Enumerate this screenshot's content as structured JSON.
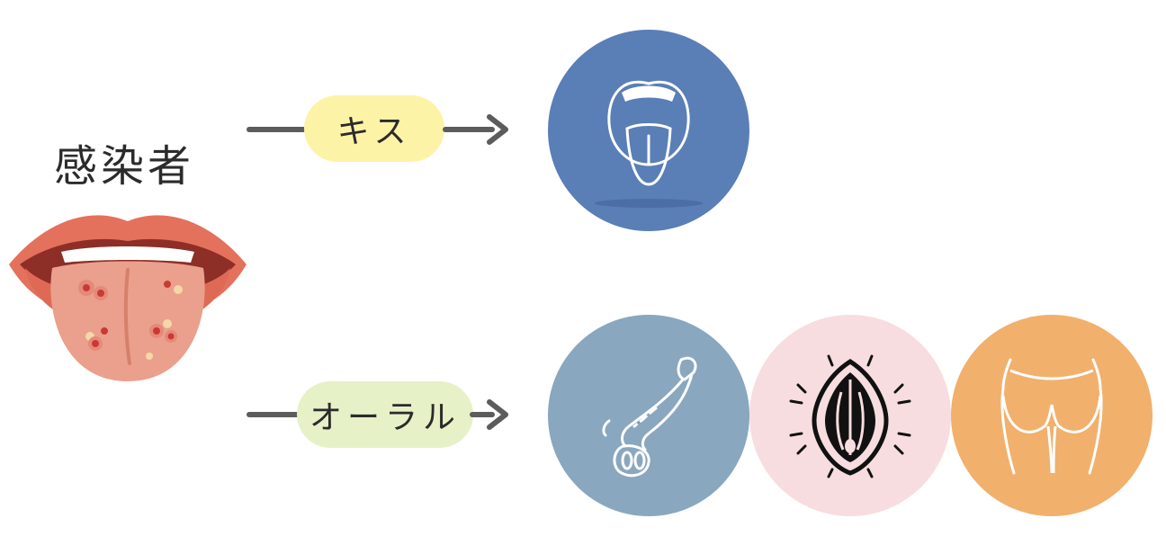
{
  "source": {
    "label": "感染者"
  },
  "routes": [
    {
      "label": "キス",
      "targets": [
        "mouth-icon"
      ]
    },
    {
      "label": "オーラル",
      "targets": [
        "penis-icon",
        "vulva-icon",
        "buttocks-icon"
      ]
    }
  ],
  "colors": {
    "kiss_pill": "#fdf3a6",
    "oral_pill": "#e6f1c7",
    "mouth_circle": "#5a7eb6",
    "penis_circle": "#89a7be",
    "vulva_circle": "#f7dddf",
    "buttocks_circle": "#f1b06c",
    "arrow": "#5c5c5c"
  }
}
